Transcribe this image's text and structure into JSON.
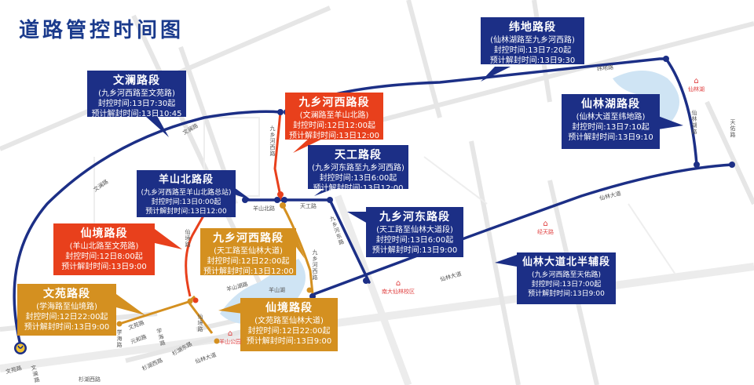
{
  "title": "道路管控时间图",
  "colors": {
    "blue": "#1c2f86",
    "red": "#e8401c",
    "gold": "#d49020",
    "title": "#1a3a8c",
    "water": "#cfe4f4"
  },
  "segments": [
    {
      "id": "wenlan",
      "color": "blue",
      "name": "文澜路段",
      "range": "(九乡河西路至文苑路)",
      "closure": "封控时间:13日7:30起",
      "reopen": "预计解封时间:13日10:45"
    },
    {
      "id": "weidi",
      "color": "blue",
      "name": "纬地路段",
      "range": "(仙林湖路至九乡河西路)",
      "closure": "封控时间:13日7:20起",
      "reopen": "预计解封时间:13日9:30"
    },
    {
      "id": "jiuxianghexi-north",
      "color": "red",
      "name": "九乡河西路段",
      "range": "(文澜路至羊山北路)",
      "closure": "封控时间:12日12:00起",
      "reopen": "预计解封时间:13日12:00"
    },
    {
      "id": "xianlinhu",
      "color": "blue",
      "name": "仙林湖路段",
      "range": "(仙林大道至纬地路)",
      "closure": "封控时间:13日7:10起",
      "reopen": "预计解封时间:13日9:10"
    },
    {
      "id": "tiangong",
      "color": "blue",
      "name": "天工路段",
      "range": "(九乡河东路至九乡河西路)",
      "closure": "封控时间:13日6:00起",
      "reopen": "预计解封时间:13日12:00"
    },
    {
      "id": "yangshanbei",
      "color": "blue",
      "name": "羊山北路段",
      "range": "(九乡河西路至羊山北路总站)",
      "closure": "封控时间:13日0:00起",
      "reopen": "预计解封时间:13日12:00"
    },
    {
      "id": "jiuxianghedong",
      "color": "blue",
      "name": "九乡河东路段",
      "range": "(天工路至仙林大道段)",
      "closure": "封控时间:13日6:00起",
      "reopen": "预计解封时间:13日9:00"
    },
    {
      "id": "xianjing-north",
      "color": "red",
      "name": "仙境路段",
      "range": "(羊山北路至文苑路)",
      "closure": "封控时间:12日8:00起",
      "reopen": "预计解封时间:13日9:00"
    },
    {
      "id": "jiuxianghexi-south",
      "color": "gold",
      "name": "九乡河西路段",
      "range": "(天工路至仙林大道)",
      "closure": "封控时间:12日22:00起",
      "reopen": "预计解封时间:13日12:00"
    },
    {
      "id": "xianlindadao",
      "color": "blue",
      "name": "仙林大道北半辅段",
      "range": "(九乡河西路至天佑路)",
      "closure": "封控时间:13日7:00起",
      "reopen": "预计解封时间:13日9:00"
    },
    {
      "id": "wenyuan",
      "color": "gold",
      "name": "文苑路段",
      "range": "(学海路至仙境路)",
      "closure": "封控时间:12日22:00起",
      "reopen": "预计解封时间:13日9:00"
    },
    {
      "id": "xianjing-south",
      "color": "gold",
      "name": "仙境路段",
      "range": "(文苑路至仙林大道)",
      "closure": "封控时间:12日22:00起",
      "reopen": "预计解封时间:13日9:00"
    }
  ],
  "map_labels": {
    "weidi_lu": "纬地路",
    "wenlan_lu_1": "文澜路",
    "wenlan_lu_2": "文澜路",
    "jiuxianghe_xilu": "九乡河西路",
    "jiuxianghe_xilu_2": "九乡河西路",
    "jiuxianghe_donglu": "九乡河东路",
    "yangshan_beilu": "羊山北路",
    "tiangong_lu": "天工路",
    "xianlinhu_lu": "仙林湖路",
    "tianyou_lu": "天佑路",
    "xianlin_dadao_1": "仙林大道",
    "xianlin_dadao_2": "仙林大道",
    "xianlin_dadao_3": "仙林大道",
    "yangshanhu_lu": "羊山湖路",
    "yangshan_hu": "羊山湖",
    "xianjing_lu": "仙境路",
    "wenyuan_lu": "文苑路",
    "yuanhe_lu": "元和路",
    "xuehai_lu": "学海路",
    "xuehai_lu_2": "学海路",
    "shanhu_donglu": "杉湖东路",
    "shanhu_xilu": "杉湖西路",
    "shanhu_xilu_2": "杉湖西路",
    "wenyuan_lu_2": "文苑路",
    "wenlan_lu_3": "文澜路"
  },
  "pois": {
    "xianlinhu": "仙林湖",
    "jingtianlu": "经天路",
    "nanda": "南大仙林校区",
    "yangshan_park": "羊山公园"
  }
}
